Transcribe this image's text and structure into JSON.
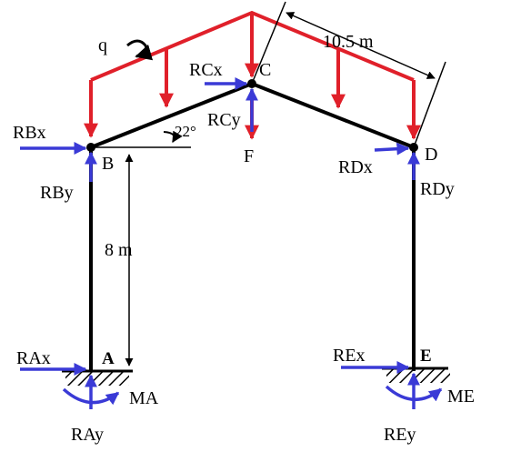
{
  "colors": {
    "load": "#e0202a",
    "reaction": "#3a3ad6",
    "frame": "#000000"
  },
  "load": {
    "q_label": "q",
    "span_label": "10.5 m",
    "point_load_label": "F",
    "angle_label": "22°"
  },
  "frame": {
    "height_label": "8 m"
  },
  "nodes": {
    "A": "A",
    "B": "B",
    "C": "C",
    "D": "D",
    "E": "E"
  },
  "reactions": {
    "RAx": "RAx",
    "RAy": "RAy",
    "MA": "MA",
    "RBx": "RBx",
    "RBy": "RBy",
    "RCx": "RCx",
    "RCy": "RCy",
    "RDx": "RDx",
    "RDy": "RDy",
    "REx": "REx",
    "REy": "REy",
    "ME": "ME"
  }
}
